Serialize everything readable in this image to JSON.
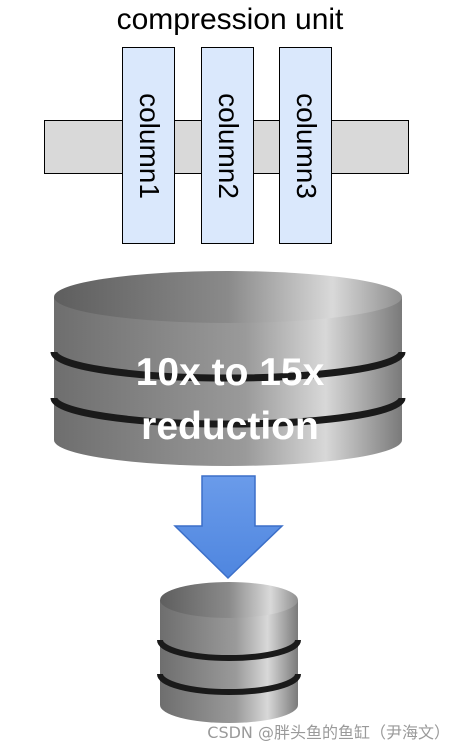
{
  "diagram": {
    "title": "compression unit",
    "columns": [
      {
        "label": "column1"
      },
      {
        "label": "column2"
      },
      {
        "label": "column3"
      }
    ],
    "reduction_label_line1": "10x to 15x",
    "reduction_label_line2": "reduction",
    "arrow_color": "#5b8fe4",
    "column_fill": "#dae8fc",
    "band_fill": "#d9d9d9",
    "disk_color": "#8c8c8c"
  },
  "watermark": "CSDN @胖头鱼的鱼缸（尹海文）"
}
